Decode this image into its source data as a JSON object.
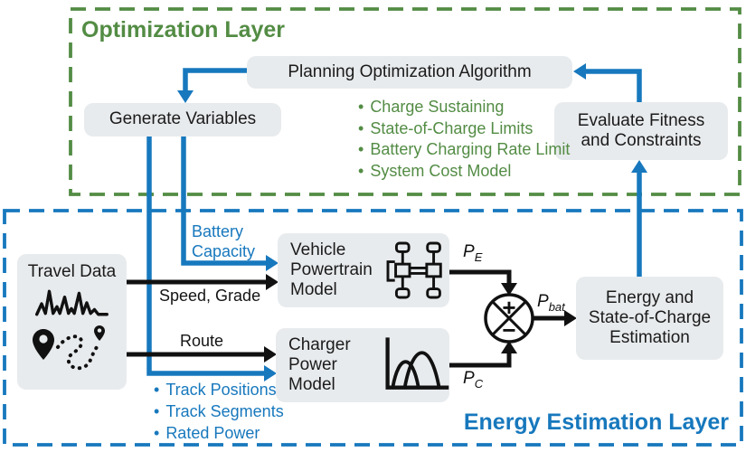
{
  "colors": {
    "blue": "#1778bd",
    "green": "#538c44",
    "box_fill": "#e8ebed",
    "line_black": "#111111"
  },
  "optimization_layer": {
    "title": "Optimization Layer",
    "boxes": {
      "planning": "Planning Optimization Algorithm",
      "generate": "Generate Variables",
      "evaluate": "Evaluate Fitness and Constraints"
    },
    "bullets": [
      "Charge Sustaining",
      "State-of-Charge Limits",
      "Battery Charging Rate Limit",
      "System Cost Model"
    ]
  },
  "energy_estimation_layer": {
    "title": "Energy Estimation Layer",
    "boxes": {
      "travel": "Travel Data",
      "vehicle": "Vehicle Powertrain Model",
      "charger": "Charger Power Model",
      "energy": "Energy and State-of-Charge Estimation"
    },
    "labels": {
      "battery_capacity": "Battery Capacity",
      "speed_grade": "Speed, Grade",
      "route": "Route"
    },
    "bullets": [
      "Track Positions",
      "Track Segments",
      "Rated Power"
    ],
    "signals": {
      "pe": {
        "base": "P",
        "sub": "E"
      },
      "pc": {
        "base": "P",
        "sub": "C"
      },
      "pbat": {
        "base": "P",
        "sub": "bat"
      }
    },
    "junction": {
      "plus": "+",
      "minus": "−"
    }
  }
}
